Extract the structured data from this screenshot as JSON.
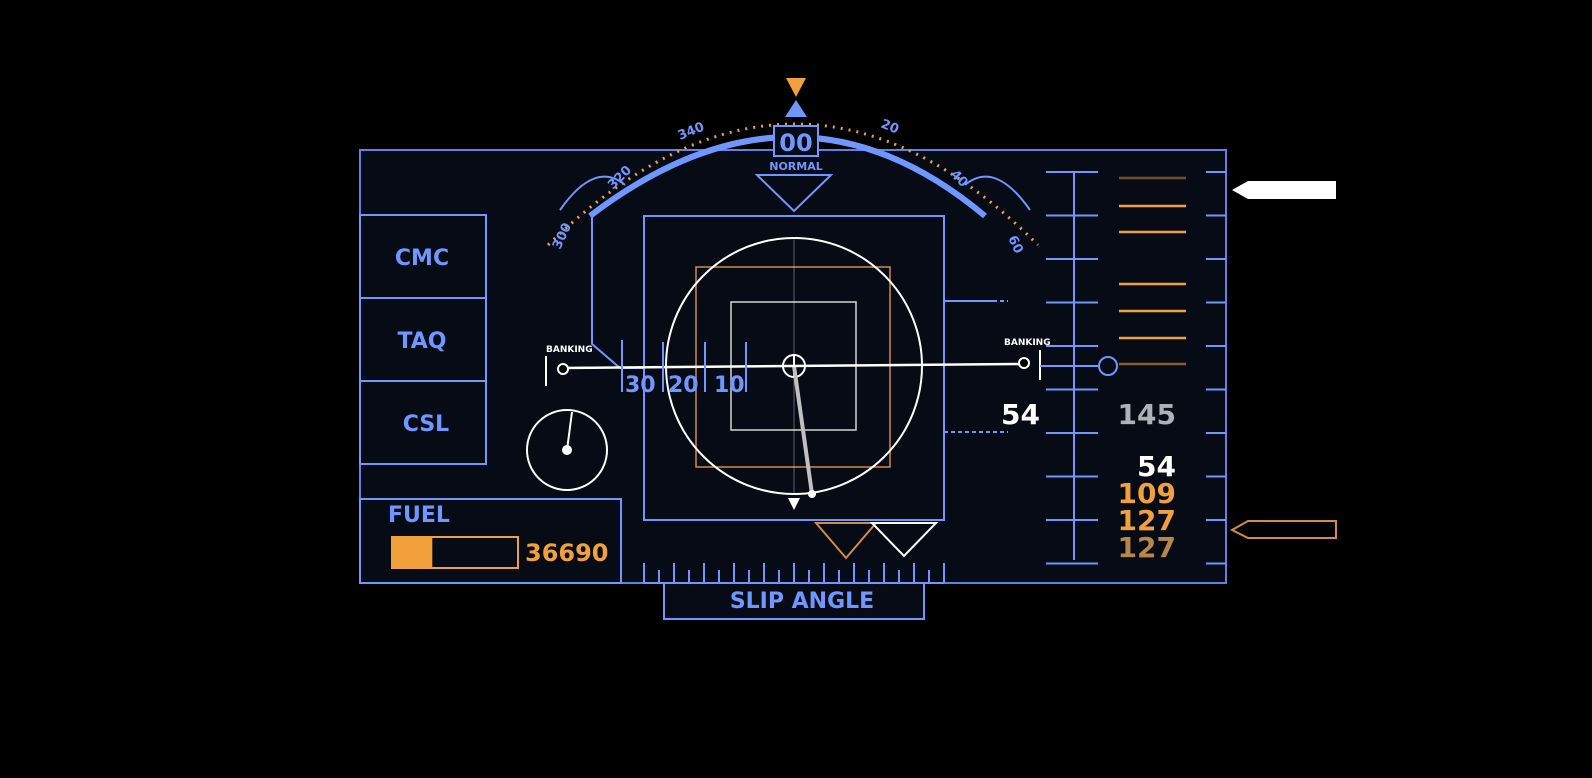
{
  "colors": {
    "background": "#000000",
    "panel_fill": "#070b16",
    "frame_blue": "#5b82e6",
    "bright_blue": "#6f97ff",
    "orange": "#f2a03a",
    "dim_orange": "#b9864a",
    "white": "#ffffff",
    "gray": "#aeb1b8"
  },
  "heading": {
    "value": "00",
    "mode": "NORMAL",
    "scale_labels": [
      "300",
      "320",
      "340",
      "20",
      "40",
      "60"
    ]
  },
  "menu": {
    "items": [
      {
        "label": "CMC"
      },
      {
        "label": "TAQ"
      },
      {
        "label": "CSL"
      }
    ]
  },
  "banking": {
    "left_label": "BANKING",
    "right_label": "BANKING",
    "pitch_labels": [
      "30",
      "20",
      "10"
    ]
  },
  "fuel": {
    "label": "FUEL",
    "value": "36690",
    "level_percent": 32
  },
  "speed": {
    "current": "54",
    "reference": "145",
    "list": [
      {
        "value": "54",
        "color": "#ffffff"
      },
      {
        "value": "109",
        "color": "#f2a03a"
      },
      {
        "value": "127",
        "color": "#f2a03a"
      },
      {
        "value": "127",
        "color": "#b9864a"
      }
    ]
  },
  "slip": {
    "label": "SLIP ANGLE"
  },
  "icons": {
    "left_dial": "pointer-dial-icon",
    "top_chevron": "heading-marker-icon",
    "right_pointer": "speed-pointer-icon"
  }
}
